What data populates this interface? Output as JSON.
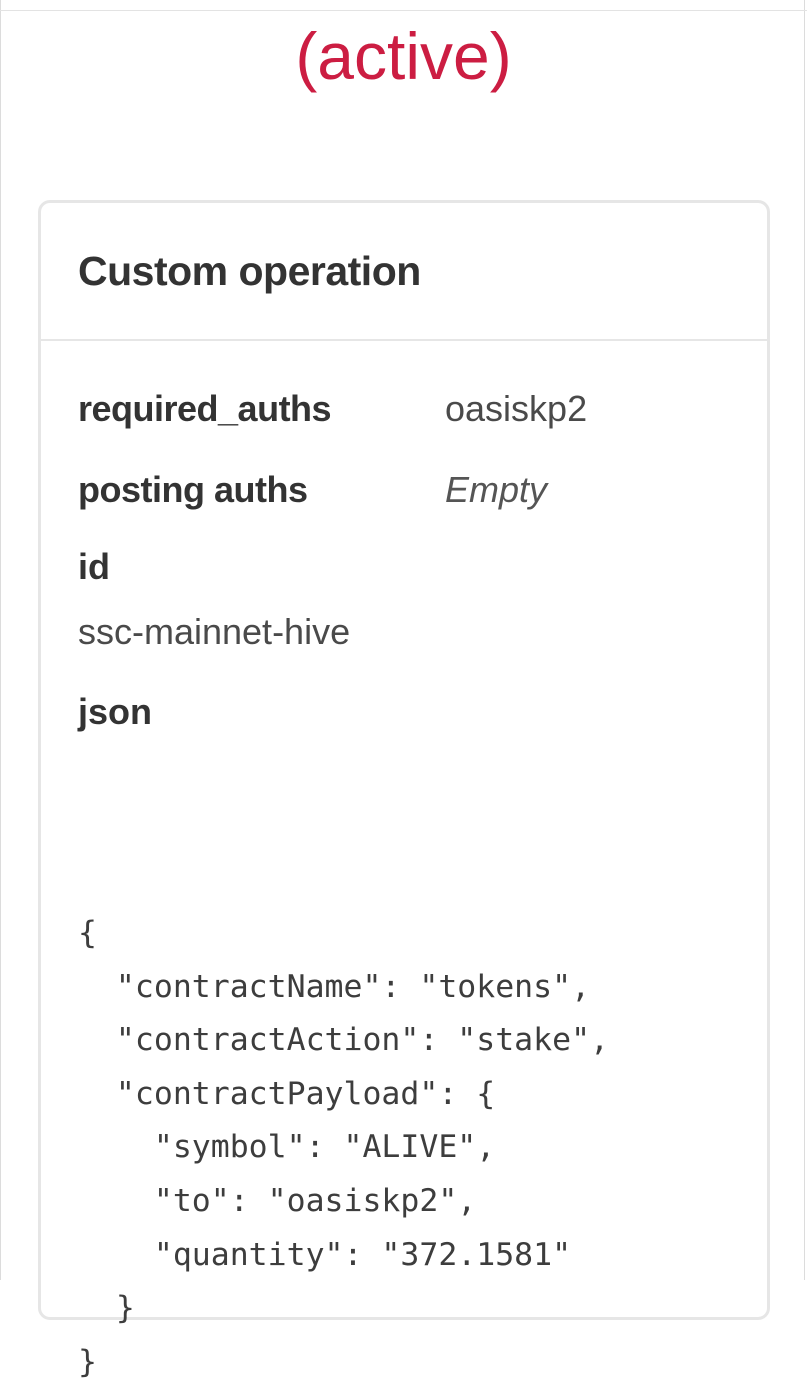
{
  "status": {
    "text": "(active)",
    "color": "#cc1d42"
  },
  "operation_card": {
    "title": "Custom operation",
    "fields": {
      "required_auths": {
        "label": "required_auths",
        "value": "oasiskp2"
      },
      "posting_auths": {
        "label": "posting auths",
        "value": "Empty"
      },
      "id": {
        "label": "id",
        "value": "ssc-mainnet-hive"
      },
      "json": {
        "label": "json",
        "lines": [
          "{",
          "  \"contractName\": \"tokens\",",
          "  \"contractAction\": \"stake\",",
          "  \"contractPayload\": {",
          "    \"symbol\": \"ALIVE\",",
          "    \"to\": \"oasiskp2\",",
          "    \"quantity\": \"372.1581\"",
          "  }",
          "}"
        ]
      }
    }
  }
}
